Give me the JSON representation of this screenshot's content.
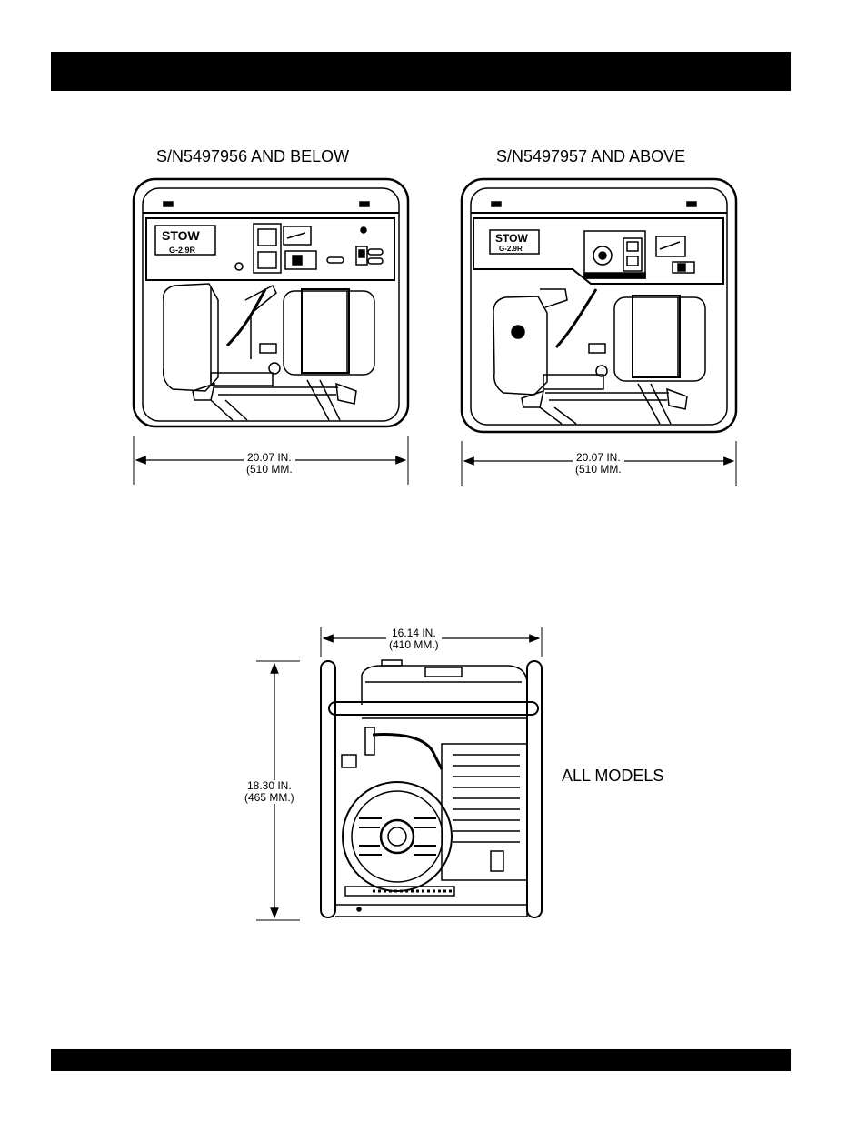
{
  "figures": {
    "left": {
      "caption": "S/N5497956 AND BELOW",
      "brand": "STOW",
      "model": "G-2.9R",
      "width_in": "20.07 IN.",
      "width_mm": "(510 MM."
    },
    "right": {
      "caption": "S/N5497957 AND ABOVE",
      "brand": "STOW",
      "model": "G-2.9R",
      "width_in": "20.07 IN.",
      "width_mm": "(510 MM."
    },
    "side": {
      "caption": "ALL MODELS",
      "depth_in": "16.14 IN.",
      "depth_mm": "(410 MM.)",
      "height_in": "18.30 IN.",
      "height_mm": "(465 MM.)"
    }
  }
}
